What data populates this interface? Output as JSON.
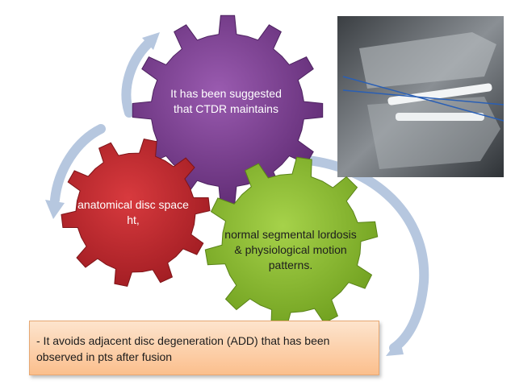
{
  "gears": {
    "purple": {
      "text": "It has been suggested that CTDR maintains",
      "color": "#7a3c8e"
    },
    "red": {
      "text": "anatomical disc space ht,",
      "color": "#c4262c"
    },
    "green": {
      "text": "normal segmental lordosis & physiological motion patterns.",
      "color": "#8bbd2b"
    }
  },
  "note": {
    "text": "- It avoids adjacent disc degeneration (ADD) that has been observed in pts after fusion"
  },
  "arrow_color": "#b6c7df"
}
